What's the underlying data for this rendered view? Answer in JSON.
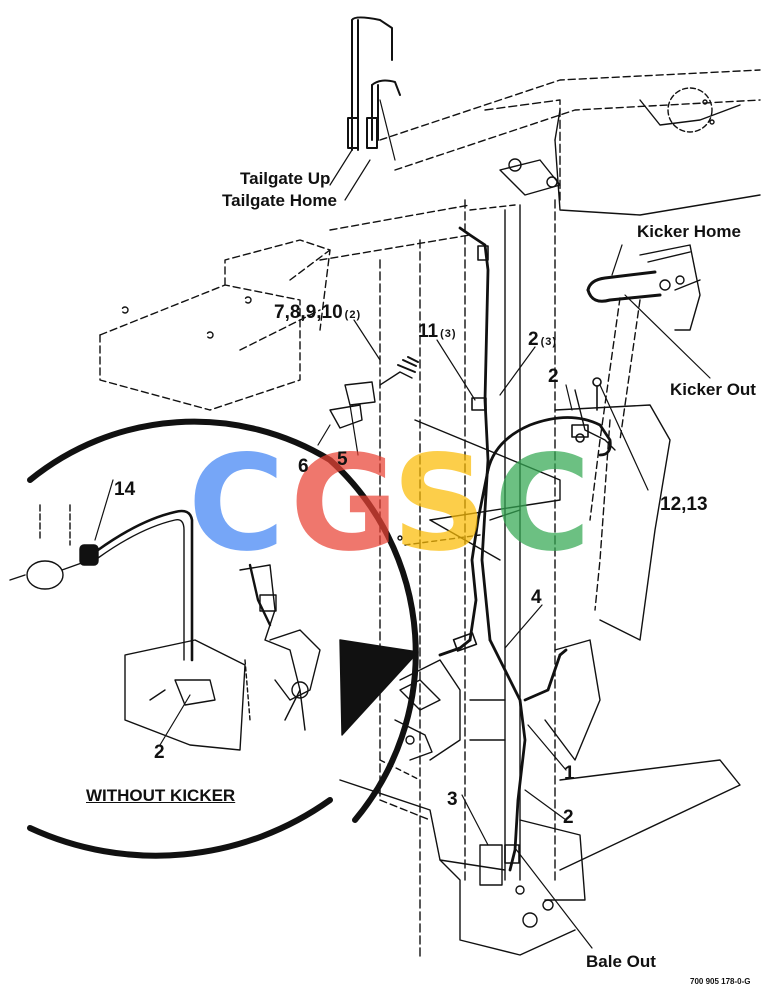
{
  "labels": {
    "tailgate_up": "Tailgate Up",
    "tailgate_home": "Tailgate Home",
    "kicker_home": "Kicker Home",
    "kicker_out": "Kicker Out",
    "bale_out": "Bale Out",
    "without_kicker": "WITHOUT KICKER",
    "part_7_8_9_10": "7,8,9,10",
    "qty_2": "(2)",
    "part_11": "11",
    "qty_3a": "(3)",
    "part_2_top": "2",
    "qty_3b": "(3)",
    "part_2_right": "2",
    "part_12_13": "12,13",
    "part_6": "6",
    "part_5": "5",
    "part_14": "14",
    "part_2_inset": "2",
    "part_4": "4",
    "part_1": "1",
    "part_3": "3",
    "part_2_lower": "2",
    "figure_number": "700 905 178-0-G"
  },
  "watermark": {
    "letters": [
      "C",
      "G",
      "S",
      "C"
    ],
    "colors": [
      "#4285f4",
      "#ea4335",
      "#fbbc05",
      "#34a853"
    ]
  },
  "colors": {
    "line": "#111111",
    "background": "#ffffff"
  }
}
